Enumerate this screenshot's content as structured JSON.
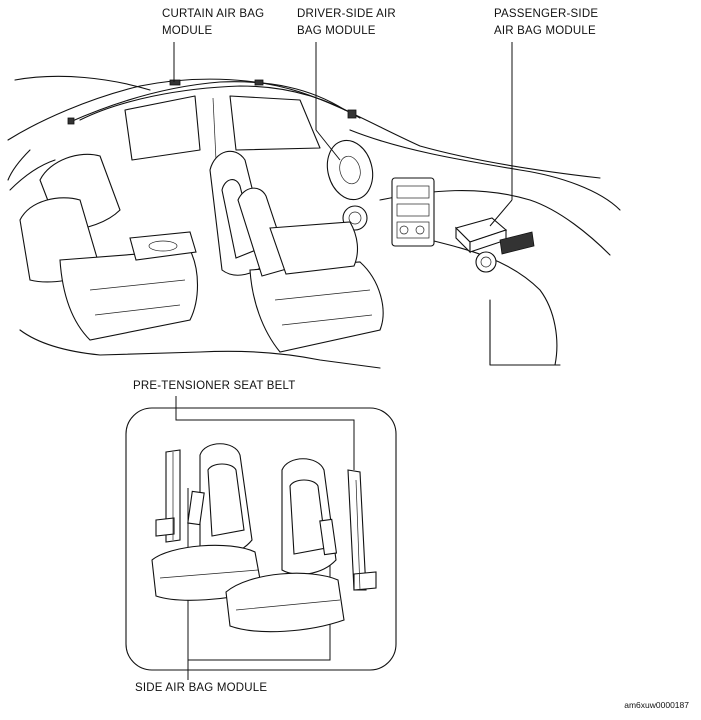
{
  "labels": {
    "curtain_airbag": "CURTAIN AIR BAG\nMODULE",
    "driver_airbag": "DRIVER-SIDE AIR\nBAG MODULE",
    "passenger_airbag": "PASSENGER-SIDE\nAIR BAG MODULE",
    "pretensioner": "PRE-TENSIONER SEAT BELT",
    "side_airbag": "SIDE AIR BAG MODULE"
  },
  "figure_code": "am6xuw0000187"
}
